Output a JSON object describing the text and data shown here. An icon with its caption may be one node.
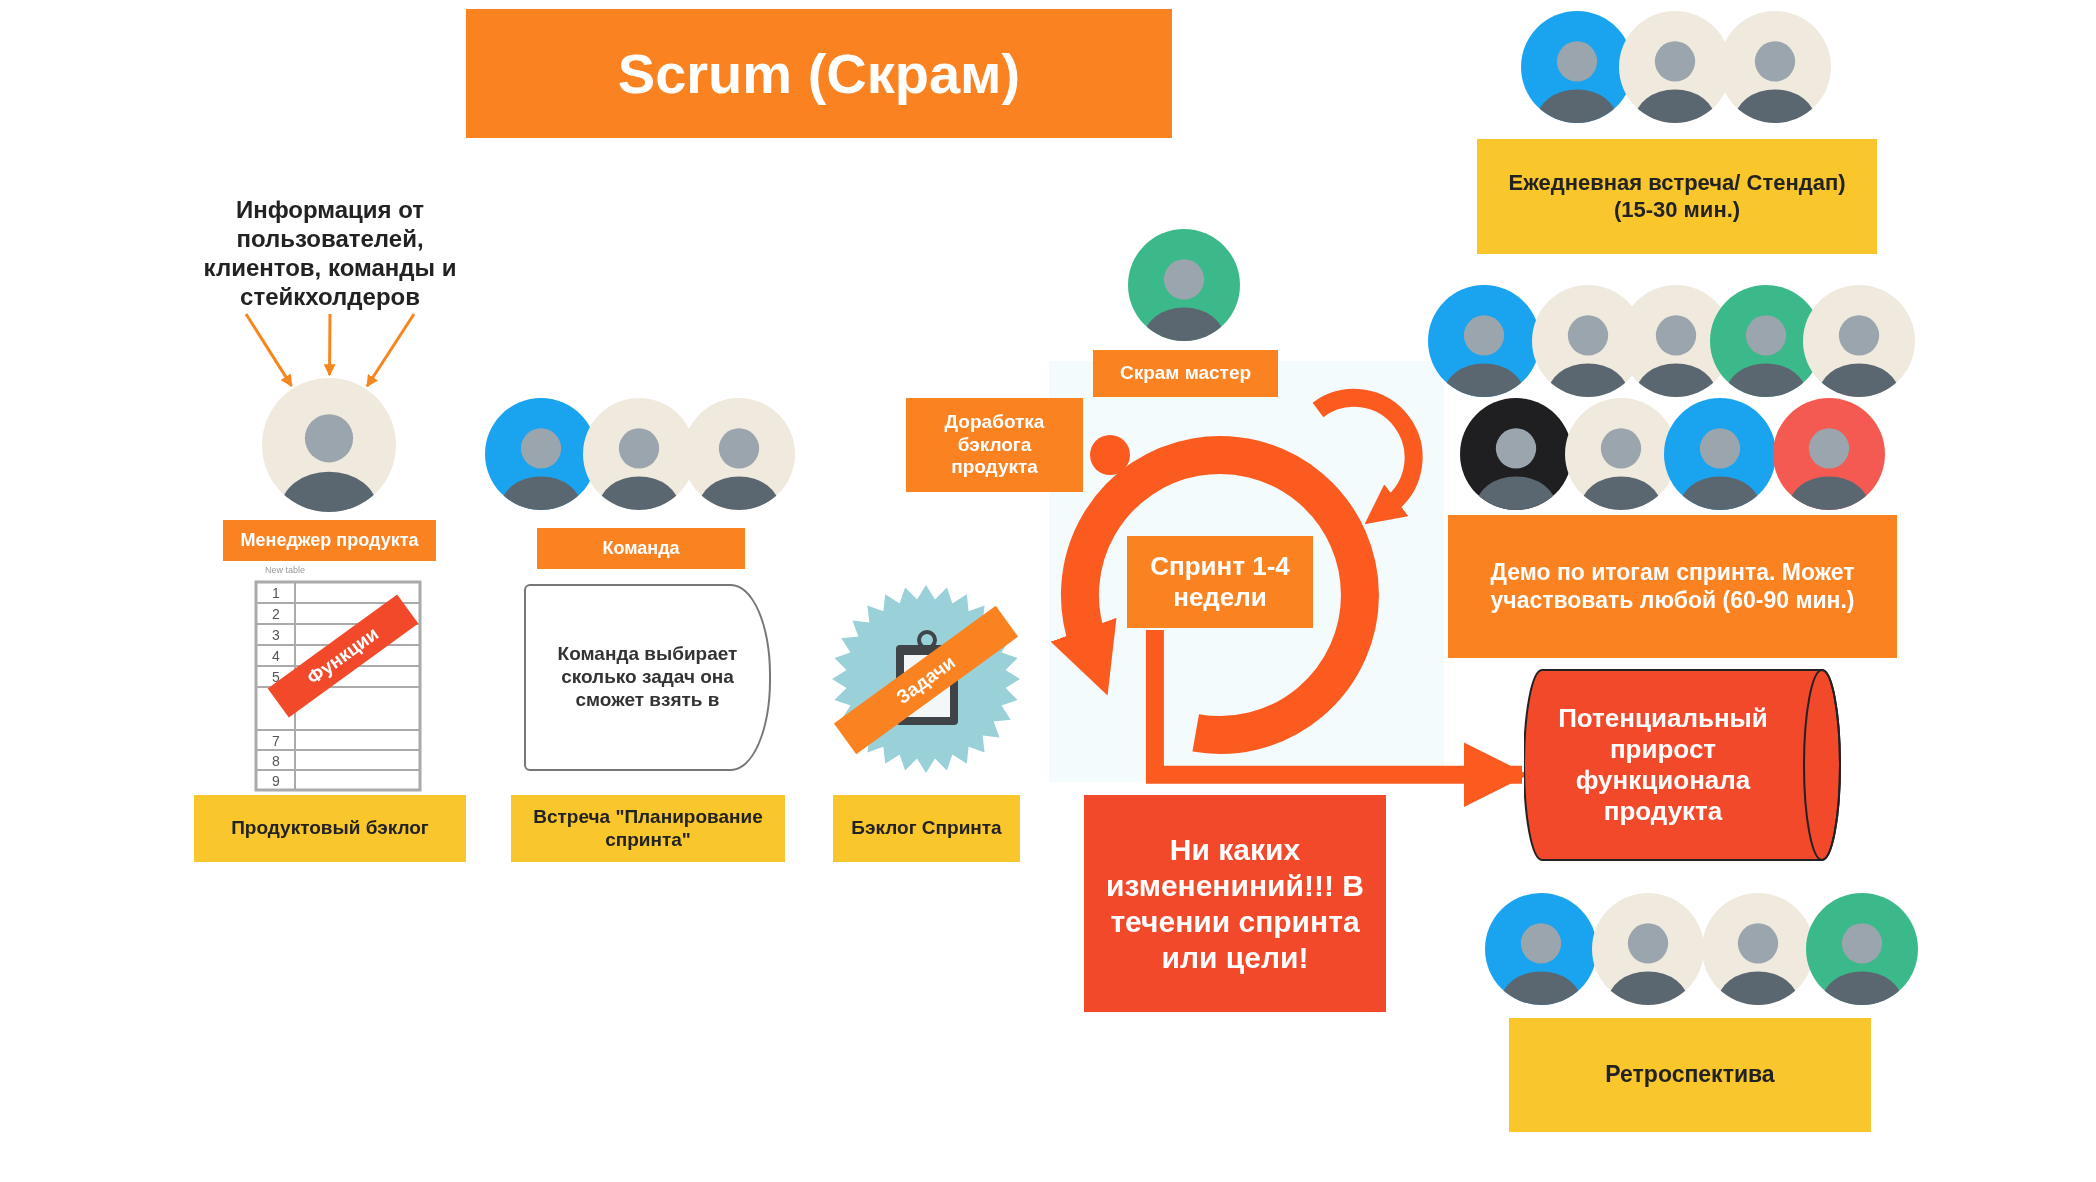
{
  "diagram": {
    "title": "Scrum (Скрам)",
    "nodes": [
      {
        "text": [
          "Информация от пользователей, клиентов, команды и стейкхолдеров"
        ]
      },
      {
        "text": [],
        "shape": "person"
      },
      {
        "text": [
          "Менеджер продукта"
        ]
      },
      {
        "text": [
          "Продуктовый бэклог"
        ]
      },
      {
        "text": [
          "Команда"
        ]
      },
      {
        "text": [
          "Команда выбирает сколько задач она сможет взять в"
        ]
      },
      {
        "text": [
          "Встреча \"Планирование спринта\""
        ]
      },
      {
        "text": [
          "Бэклог Спринта"
        ]
      },
      {
        "text": [
          "Доработка бэклога продукта"
        ]
      },
      {
        "text": [
          "Скрам мастер"
        ]
      },
      {
        "text": [
          "Спринт 1-4 недели"
        ]
      },
      {
        "text": [
          "Ежедневная встреча/ Стендап) (15-30 мин.)"
        ]
      },
      {
        "text": [
          "Демо по итогам спринта. Может участвовать любой (60-90 мин.)"
        ]
      },
      {
        "text": [
          "Потенциальный прирост функционала продукта"
        ]
      },
      {
        "text": [
          "Ни каких изменениний!!! В течении спринта или цели!"
        ]
      },
      {
        "text": [
          "Ретроспектива"
        ]
      }
    ],
    "edges": [
      {
        "from": 0,
        "to": 1,
        "arrow": "to"
      },
      {
        "from": 0,
        "to": 1,
        "arrow": "to"
      },
      {
        "from": 0,
        "to": 1,
        "arrow": "to"
      },
      {
        "from": 10,
        "to": 13,
        "arrow": "to",
        "style": "thick",
        "color": "#fc5b20"
      }
    ],
    "labels": [
      "New table",
      "1",
      "2",
      "3",
      "4",
      "5",
      "7",
      "8",
      "9",
      "Функции",
      "Задачи"
    ]
  }
}
